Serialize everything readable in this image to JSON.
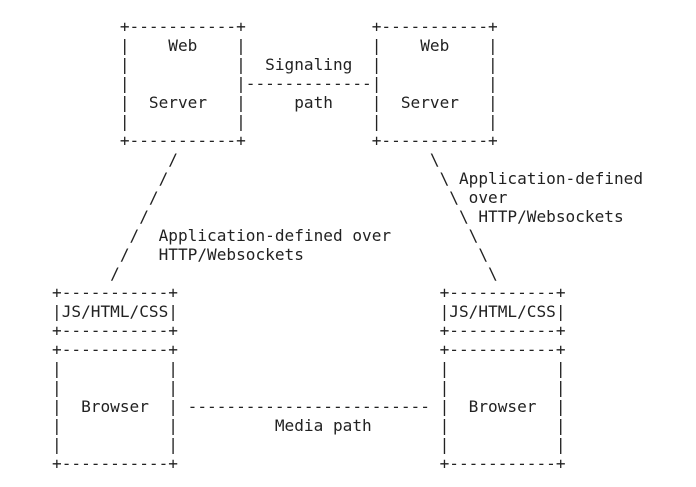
{
  "diagram": {
    "lines": [
      "       +-----------+             +-----------+",
      "       |    Web    |             |    Web    |",
      "       |           |  Signaling  |           |",
      "       |           |-------------|           |",
      "       |  Server   |     path    |  Server   |",
      "       |           |             |           |",
      "       +-----------+             +-----------+",
      "            /                          \\",
      "           /                            \\ Application-defined",
      "          /                              \\ over",
      "         /                                \\ HTTP/Websockets",
      "        /  Application-defined over        \\",
      "       /   HTTP/Websockets                  \\",
      "      /                                      \\",
      "+-----------+                           +-----------+",
      "|JS/HTML/CSS|                           |JS/HTML/CSS|",
      "+-----------+                           +-----------+",
      "+-----------+                           +-----------+",
      "|           |                           |           |",
      "|           |                           |           |",
      "|  Browser  | ------------------------- |  Browser  |",
      "|           |          Media path       |           |",
      "|           |                           |           |",
      "+-----------+                           +-----------+"
    ]
  }
}
